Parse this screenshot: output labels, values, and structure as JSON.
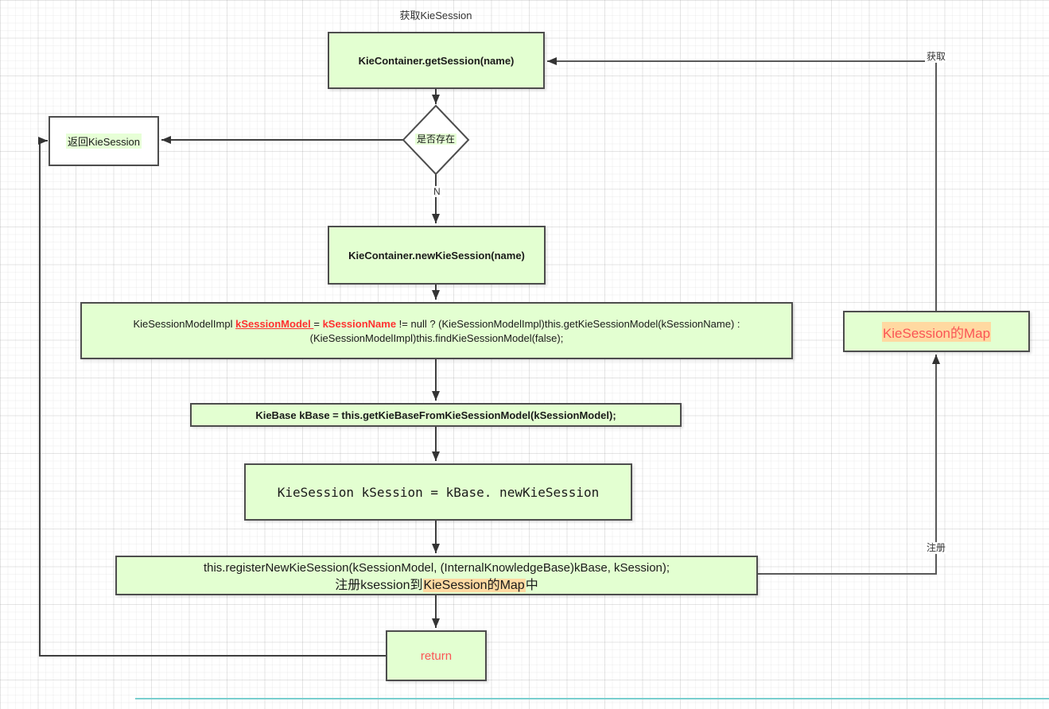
{
  "title": "获取KieSession",
  "nodes": {
    "getSession": "KieContainer.getSession(name)",
    "decision": "是否存在",
    "returnKieSession": "返回KieSession",
    "newKieSession": "KieContainer.newKieSession(name)",
    "codeModel": {
      "t1": "KieSessionModelImpl ",
      "v1": "kSessionModel ",
      "t2": "= ",
      "v2": "kSessionName",
      "t3": " != null ? (KieSessionModelImpl)this.getKieSessionModel(kSessionName) :",
      "line2": "(KieSessionModelImpl)this.findKieSessionModel(false);"
    },
    "codeKieBase": "KieBase kBase = this.getKieBaseFromKieSessionModel(kSessionModel);",
    "codeNewSession": "KieSession kSession = kBase. newKieSession",
    "register": {
      "line1": "this.registerNewKieSession(kSessionModel, (InternalKnowledgeBase)kBase, kSession);",
      "line2_prefix": "注册ksession到",
      "line2_highlight": "KieSession的Map",
      "line2_suffix": "中"
    },
    "returnNode": "return",
    "sessionMap": "KieSession的Map"
  },
  "edge_labels": {
    "no_branch": "N",
    "fetch": "获取",
    "register": "注册"
  },
  "colors": {
    "node_fill": "#e3ffd1",
    "node_border": "#4d4d4d",
    "edge_line": "#3f3f3f",
    "red_code": "#ff3030",
    "red_text": "#fa5555",
    "orange_highlight": "#ffd9a1",
    "green_highlight": "#e6ffd6",
    "boundary_line": "#79cfcf"
  }
}
